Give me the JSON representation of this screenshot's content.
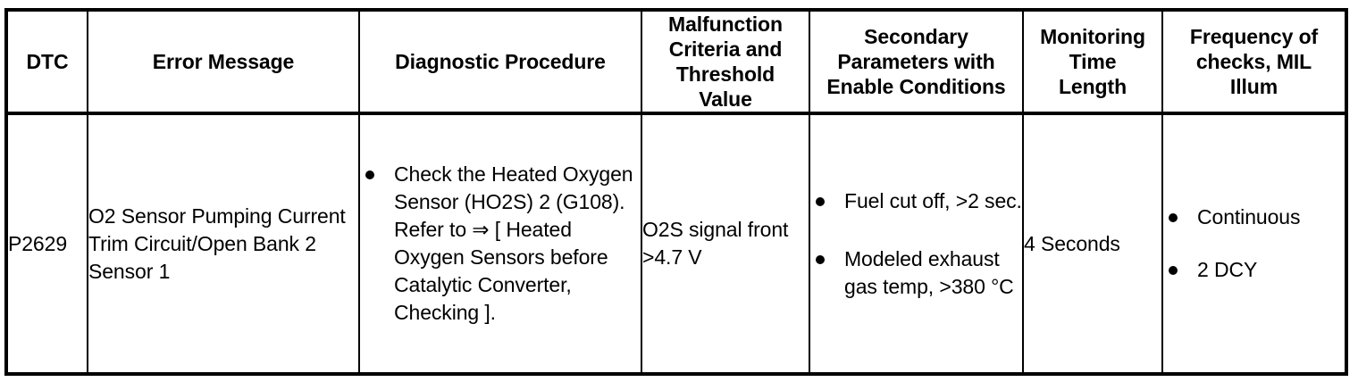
{
  "table": {
    "headers": [
      {
        "label": "DTC",
        "name": "dtc"
      },
      {
        "label": "Error Message",
        "name": "error-message"
      },
      {
        "label": "Diagnostic Procedure",
        "name": "diagnostic-procedure"
      },
      {
        "label": "Malfunction Criteria and Threshold Value",
        "name": "malfunction-criteria"
      },
      {
        "label": "Secondary Parameters with Enable Conditions",
        "name": "secondary-parameters"
      },
      {
        "label": "Monitoring Time Length",
        "name": "monitoring-time-length"
      },
      {
        "label": "Frequency of checks, MIL Illum",
        "name": "frequency-of-checks"
      }
    ],
    "header_lines": {
      "dtc": [
        "DTC"
      ],
      "error_message": [
        "Error Message"
      ],
      "diagnostic_procedure": [
        "Diagnostic Procedure"
      ],
      "malfunction_criteria": [
        "Malfunction",
        "Criteria and",
        "Threshold",
        "Value"
      ],
      "secondary_parameters": [
        "Secondary",
        "Parameters with",
        "Enable Conditions"
      ],
      "monitoring_time_length": [
        "Monitoring",
        "Time",
        "Length"
      ],
      "frequency_of_checks": [
        "Frequency of",
        "checks, MIL",
        "Illum"
      ]
    },
    "rows": [
      {
        "dtc": "P2629",
        "error_message": "O2 Sensor Pumping Current Trim Circuit/Open Bank 2 Sensor 1",
        "diagnostic_procedure_bullets": [
          "Check the Heated Oxygen Sensor (HO2S) 2 (G108). Refer to ⇒ [ Heated Oxygen Sensors before Catalytic Converter, Checking ]."
        ],
        "malfunction_criteria": "O2S signal front >4.7 V",
        "secondary_parameters_bullets": [
          "Fuel cut off, >2 sec.",
          "Modeled exhaust gas temp, >380 °C"
        ],
        "monitoring_time_length": "4 Seconds",
        "frequency_of_checks_bullets": [
          "Continuous",
          "2 DCY"
        ]
      }
    ]
  },
  "colors": {
    "border": "#000000",
    "text": "#000000",
    "background": "#ffffff"
  }
}
